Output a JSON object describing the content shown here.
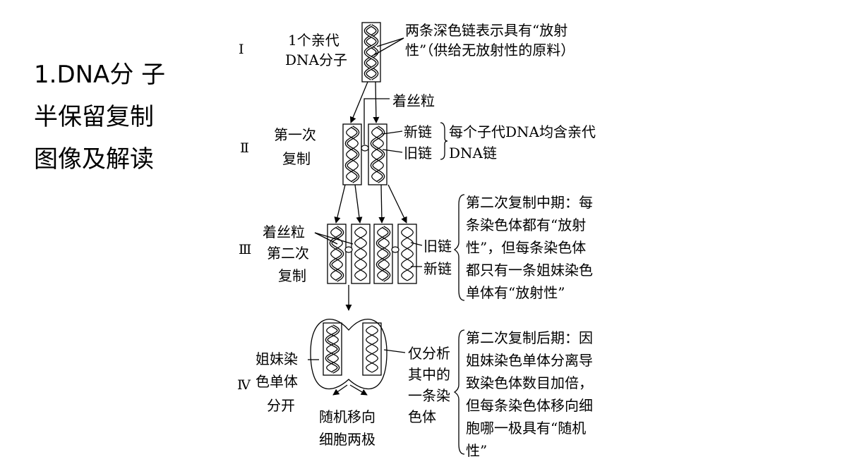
{
  "title_lines": [
    "1.DNA分 子",
    "半保留复制",
    "图像及解读"
  ],
  "stages": {
    "s1": {
      "roman": "Ⅰ",
      "label_lines": [
        "1个亲代",
        "DNA分子"
      ],
      "note_lines": [
        "两条深色链表示具有“放射",
        "性”（供给无放射性的原料）"
      ]
    },
    "s2": {
      "roman": "Ⅱ",
      "centromere": "着丝粒",
      "label_lines": [
        "第一次",
        "复制"
      ],
      "new_chain": "新链",
      "old_chain": "旧链",
      "note_lines": [
        "每个子代DNA均含亲代",
        "DNA链"
      ]
    },
    "s3": {
      "roman": "Ⅲ",
      "label_lines": [
        "着丝粒",
        "第二次",
        "复制"
      ],
      "old_chain": "旧链",
      "new_chain": "新链",
      "note_lines": [
        "第二次复制中期：每",
        "条染色体都有“放射",
        "性”，但每条染色体",
        "都只有一条姐妹染色",
        "单体有“放射性”"
      ]
    },
    "s4": {
      "roman": "Ⅳ",
      "left_lines": [
        "姐妹染",
        "色单体",
        "分开"
      ],
      "bottom_lines": [
        "随机移向",
        "细胞两极"
      ],
      "analysis_lines": [
        "仅分析",
        "其中的",
        "一条染",
        "色体"
      ],
      "note_lines": [
        "第二次复制后期：因",
        "姐妹染色单体分离导",
        "致染色体数目加倍，",
        "但每条染色体移向细",
        "胞哪一极具有“随机",
        "性”"
      ]
    }
  }
}
